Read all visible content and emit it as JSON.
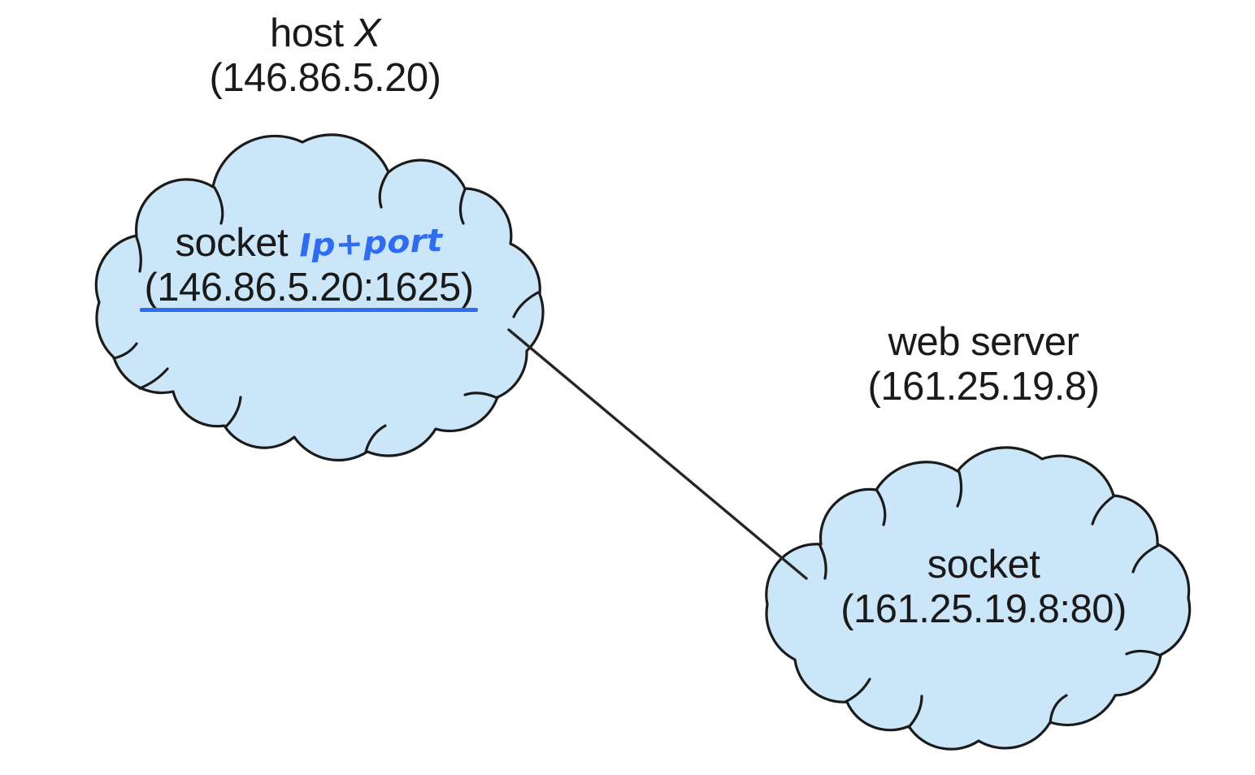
{
  "diagram": {
    "title": "socket communication between host X and web server",
    "background_color": "#ffffff",
    "cloud_fill": "#cbe6f8",
    "cloud_stroke": "#1b1b1b",
    "line_color": "#262626",
    "annotation_color": "#2f6cf0"
  },
  "host": {
    "name_prefix": "host",
    "name_italic": "X",
    "address": "(146.86.5.20)",
    "socket_label": "socket",
    "socket_address": "(146.86.5.20:1625)",
    "annotation": "Ip+port"
  },
  "server": {
    "name": "web server",
    "address": "(161.25.19.8)",
    "socket_label": "socket",
    "socket_address": "(161.25.19.8:80)"
  },
  "connection": {
    "from": "host X socket",
    "to": "web server socket"
  }
}
